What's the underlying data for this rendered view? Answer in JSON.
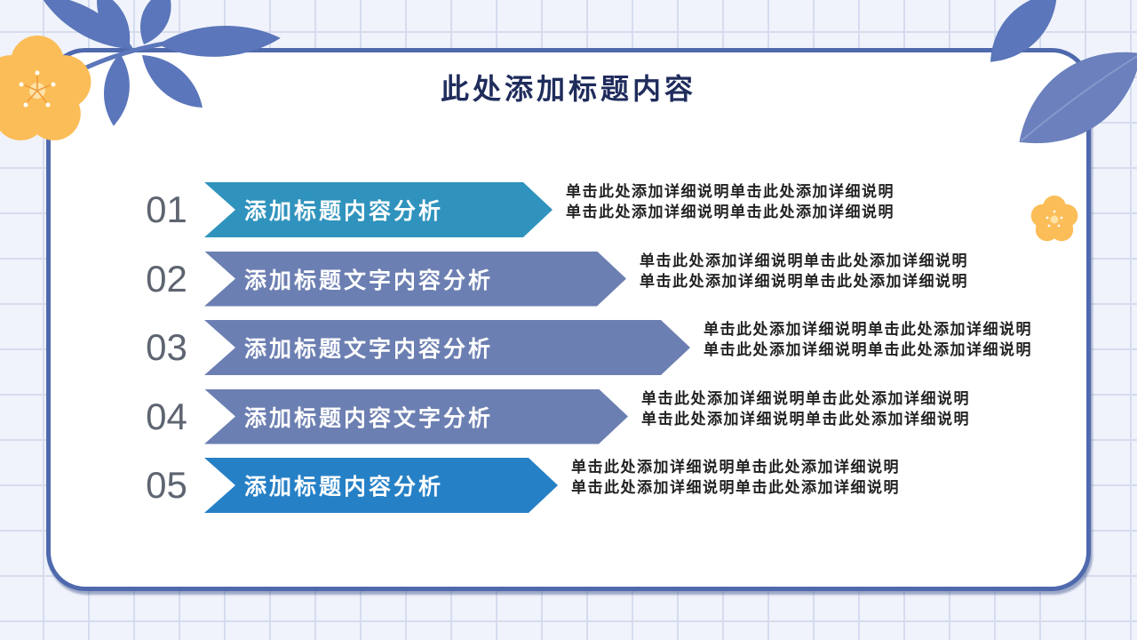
{
  "slide": {
    "title": "此处添加标题内容"
  },
  "items": [
    {
      "number": "01",
      "label": "添加标题内容分析",
      "color": "#2f93bd",
      "description": [
        "单击此处添加详细说明单击此处添加详细说明",
        "单击此处添加详细说明单击此处添加详细说明"
      ]
    },
    {
      "number": "02",
      "label": "添加标题文字内容分析",
      "color": "#6c7fb2",
      "description": [
        "单击此处添加详细说明单击此处添加详细说明",
        "单击此处添加详细说明单击此处添加详细说明"
      ]
    },
    {
      "number": "03",
      "label": "添加标题文字内容分析",
      "color": "#6c7fb2",
      "description": [
        "单击此处添加详细说明单击此处添加详细说明",
        "单击此处添加详细说明单击此处添加详细说明"
      ]
    },
    {
      "number": "04",
      "label": "添加标题内容文字分析",
      "color": "#6c7fb2",
      "description": [
        "单击此处添加详细说明单击此处添加详细说明",
        "单击此处添加详细说明单击此处添加详细说明"
      ]
    },
    {
      "number": "05",
      "label": "添加标题内容分析",
      "color": "#2680c6",
      "description": [
        "单击此处添加详细说明单击此处添加详细说明",
        "单击此处添加详细说明单击此处添加详细说明"
      ]
    }
  ],
  "theme": {
    "background": "#f0f3fb",
    "grid_line": "#d6dcef",
    "card_border": "#4f69ad",
    "title_color": "#1f2c5c",
    "number_color": "#5e6571",
    "description_color": "#222222",
    "leaf_color": "#5b76ba",
    "leaf_color_light": "#6b80bd",
    "flower_color": "#fbbd57",
    "flower_center": "#fde2a6"
  },
  "decorations": {
    "top_left_leaves": "leaf-branch-icon",
    "top_left_flower": "flower-icon",
    "top_right_leaves": "leaf-cluster-icon",
    "right_flower": "small-flower-icon"
  }
}
